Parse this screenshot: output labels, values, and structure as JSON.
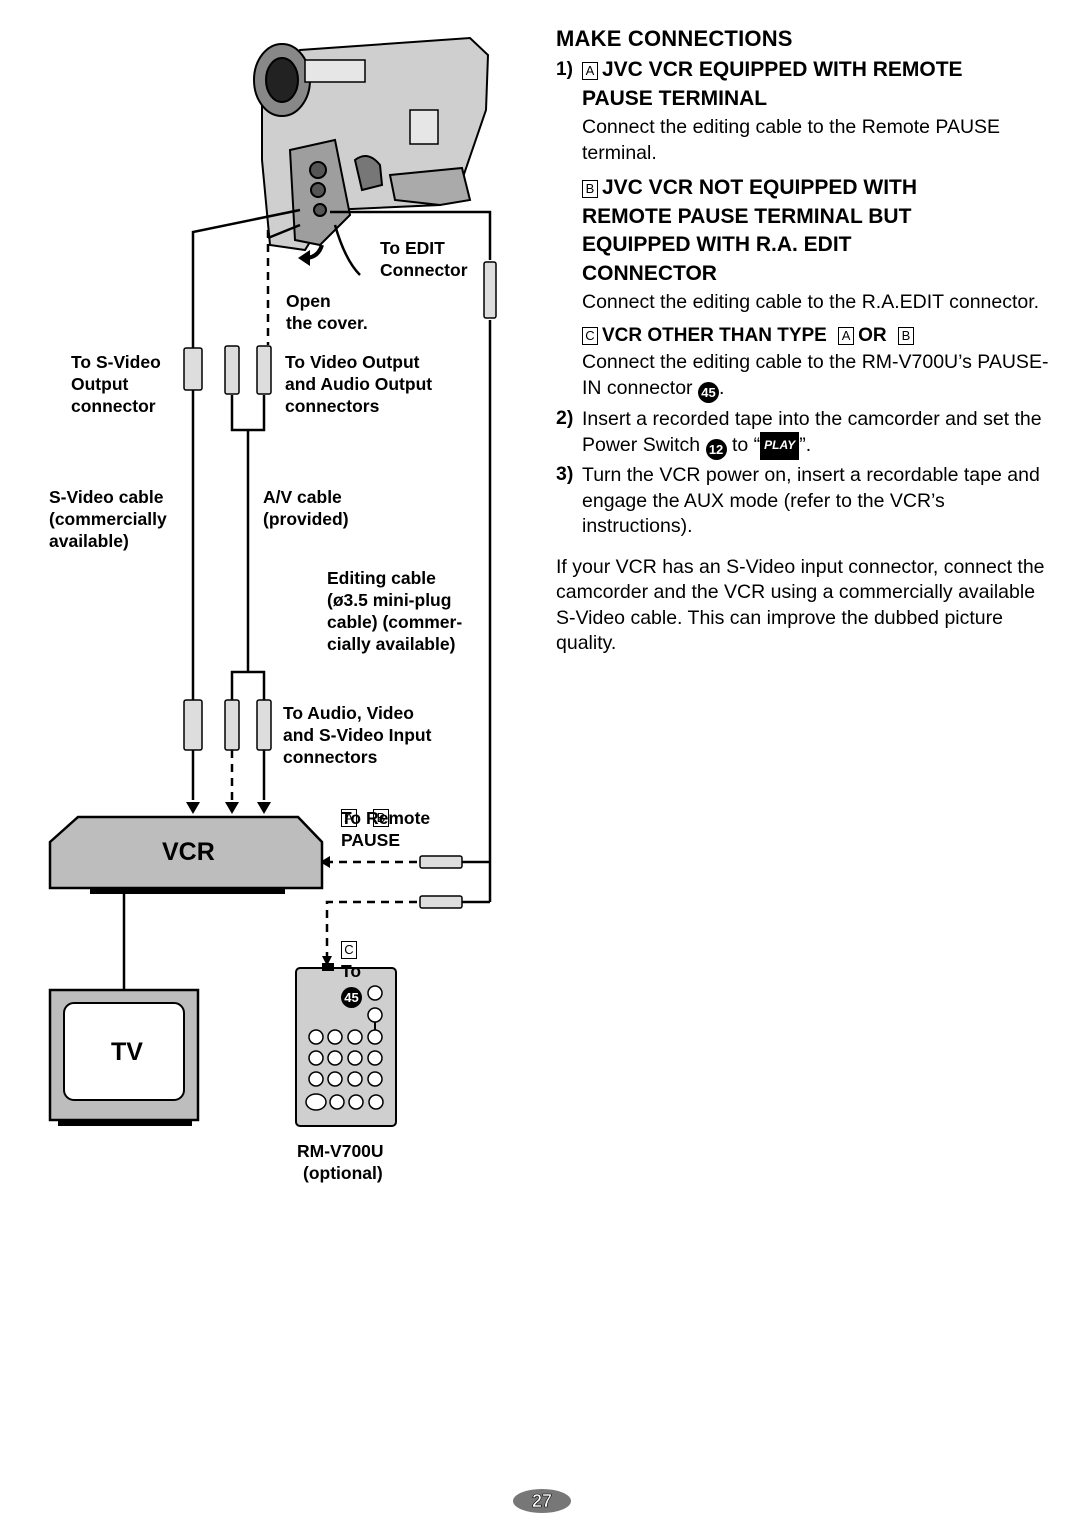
{
  "diagram": {
    "to_edit": "To EDIT\nConnector",
    "open_cover": "Open\nthe cover.",
    "to_svideo_output": "To S-Video\nOutput\nconnector",
    "to_video_output": "To Video Output\nand Audio Output\nconnectors",
    "svideo_cable": "S-Video cable\n(commercially\navailable)",
    "av_cable": "A/V cable\n(provided)",
    "editing_cable": "Editing cable\n(ø3.5 mini-plug\ncable) (commer-\ncially available)",
    "to_input": "To Audio, Video\nand S-Video Input\nconnectors",
    "box_a": "A",
    "box_b": "B",
    "box_c": "C",
    "to_remote_pause": "To Remote\nPAUSE",
    "to_label": "To",
    "conn_num": "45",
    "vcr": "VCR",
    "tv": "TV",
    "remote_model": "RM-V700U",
    "remote_optional": "(optional)"
  },
  "content": {
    "heading": "MAKE CONNECTIONS",
    "step1_num": "1)",
    "step1a_title_1": "JVC VCR EQUIPPED WITH REMOTE",
    "step1a_title_2": "PAUSE TERMINAL",
    "step1a_text": "Connect the editing cable to the Remote PAUSE terminal.",
    "step1b_title_1": "JVC VCR NOT EQUIPPED WITH",
    "step1b_title_2": "REMOTE PAUSE TERMINAL BUT",
    "step1b_title_3": "EQUIPPED WITH R.A. EDIT",
    "step1b_title_4": "CONNECTOR",
    "step1b_text": "Connect the editing cable to the R.A.EDIT connector.",
    "step1c_title": "VCR OTHER THAN TYPE",
    "step1c_or": "OR",
    "step1c_text": "Connect the editing cable to the RM-V700U’s PAUSE-IN connector",
    "step1c_num": "45",
    "step2_num": "2)",
    "step2_text_a": "Insert a recorded tape into the camcorder and set the Power Switch",
    "step2_switch_num": "12",
    "step2_text_b": "to “",
    "step2_play": "PLAY",
    "step2_text_c": "”.",
    "step3_num": "3)",
    "step3_text": "Turn the VCR power on, insert a recordable tape and engage the AUX mode (refer to the VCR’s instructions).",
    "note": "If your VCR has an S-Video input connector, connect the camcorder and the VCR using a commercially available S-Video cable. This can improve the dubbed picture quality."
  },
  "page_number": "27"
}
